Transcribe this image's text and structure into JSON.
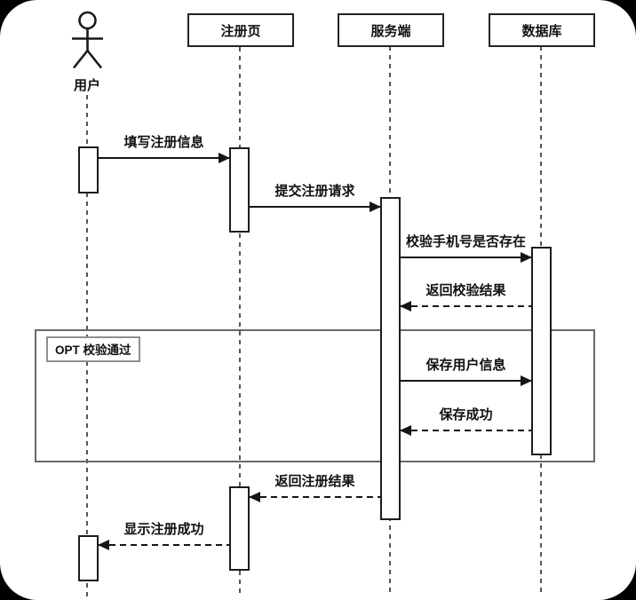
{
  "actor": {
    "label": "用户"
  },
  "participants": [
    {
      "label": "注册页"
    },
    {
      "label": "服务端"
    },
    {
      "label": "数据库"
    }
  ],
  "fragment": {
    "label": "OPT 校验通过"
  },
  "messages": [
    {
      "label": "填写注册信息",
      "from": "用户",
      "to": "注册页",
      "line": "solid",
      "direction": "right"
    },
    {
      "label": "提交注册请求",
      "from": "注册页",
      "to": "服务端",
      "line": "solid",
      "direction": "right"
    },
    {
      "label": "校验手机号是否存在",
      "from": "服务端",
      "to": "数据库",
      "line": "solid",
      "direction": "right"
    },
    {
      "label": "返回校验结果",
      "from": "数据库",
      "to": "服务端",
      "line": "dashed",
      "direction": "left"
    },
    {
      "label": "保存用户信息",
      "from": "服务端",
      "to": "数据库",
      "line": "solid",
      "direction": "right"
    },
    {
      "label": "保存成功",
      "from": "数据库",
      "to": "服务端",
      "line": "dashed",
      "direction": "left"
    },
    {
      "label": "返回注册结果",
      "from": "服务端",
      "to": "注册页",
      "line": "dashed",
      "direction": "left"
    },
    {
      "label": "显示注册成功",
      "from": "注册页",
      "to": "用户",
      "line": "dashed",
      "direction": "left"
    }
  ],
  "colors": {
    "background": "#ffffff",
    "canvas_behind": "#000000",
    "line": "#161616",
    "frame_border": "#686868",
    "lifeline": "#565656"
  }
}
